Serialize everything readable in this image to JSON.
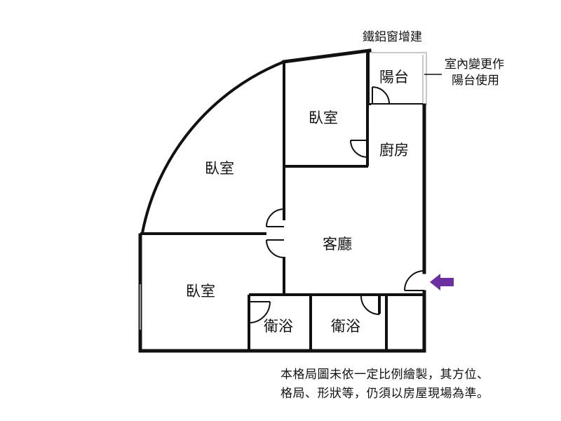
{
  "title": "鐵鋁窗增建",
  "annotation": {
    "line1": "室內變更作",
    "line2": "陽台使用"
  },
  "rooms": {
    "balcony": "陽台",
    "bedroom_top": "臥室",
    "kitchen": "廚房",
    "bedroom_large": "臥室",
    "living_room": "客廳",
    "bedroom_bottom": "臥室",
    "bathroom_1": "衛浴",
    "bathroom_2": "衛浴"
  },
  "footnote": {
    "line1": "本格局圖未依一定比例繪製，其方位、",
    "line2": "格局、形狀等，仍須以房屋現場為準。"
  },
  "colors": {
    "wall": "#111111",
    "entrance_arrow": "#6b2fa0",
    "window_frame": "#c8c8c8"
  },
  "icons": {
    "entrance": "arrow-left-icon"
  }
}
